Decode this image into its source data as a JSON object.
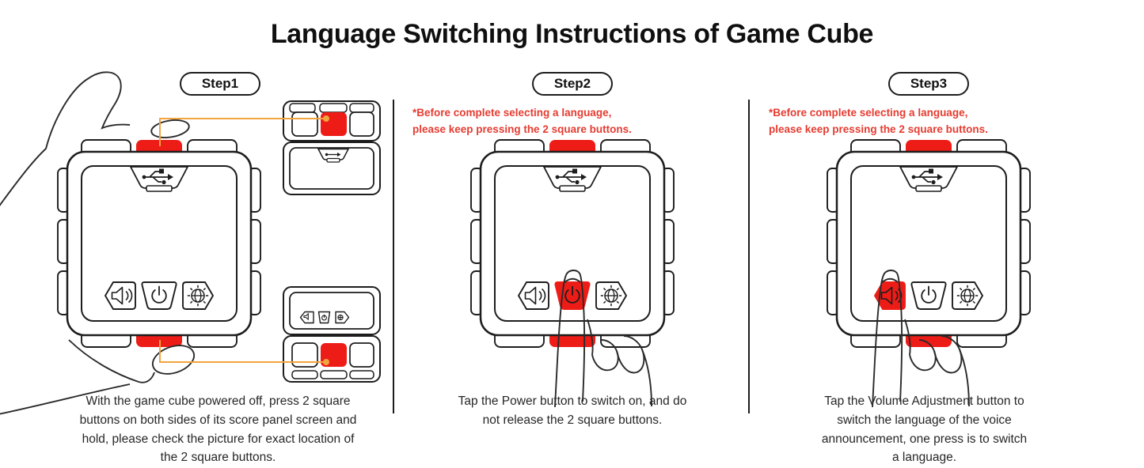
{
  "title": "Language Switching Instructions of Game Cube",
  "colors": {
    "button_red": "#ee1c17",
    "warning_red": "#e53c31",
    "connector_orange": "#f2a43e",
    "ink": "#1c1c1c"
  },
  "steps": [
    {
      "label": "Step1",
      "caption_lines": [
        "With the game cube powered off, press 2 square",
        "buttons on both sides of its score panel screen and",
        "hold, please check the picture for exact location of",
        "the 2 square buttons."
      ]
    },
    {
      "label": "Step2",
      "warning_lines": [
        "*Before complete selecting a language,",
        "please keep pressing the 2 square buttons."
      ],
      "caption_lines": [
        "Tap the Power button to switch on, and do",
        "not release the 2 square buttons."
      ]
    },
    {
      "label": "Step3",
      "warning_lines": [
        "*Before complete selecting a language,",
        "please keep pressing the 2 square buttons."
      ],
      "caption_lines": [
        "Tap the Volume Adjustment button to",
        "switch the language of the voice",
        "announcement, one press is to switch",
        "a language."
      ]
    }
  ],
  "icons": {
    "usb": "usb-icon",
    "volume": "volume-speaker-icon",
    "power": "power-icon",
    "globe": "globe-language-icon"
  }
}
